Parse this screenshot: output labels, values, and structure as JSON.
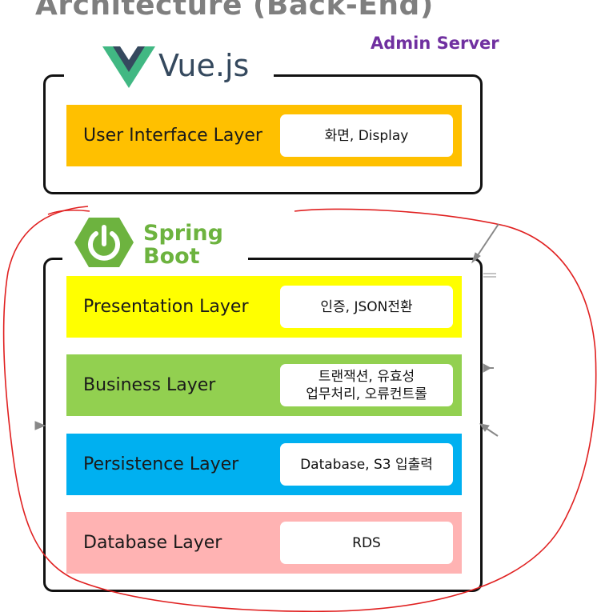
{
  "page_title": "Architecture (Back-End)",
  "admin_label": "Admin Server",
  "vue": {
    "logo_text": "Vue.js",
    "logo_icon": "vue-logo-icon"
  },
  "spring": {
    "logo_line1": "Spring",
    "logo_line2": "Boot",
    "logo_icon": "spring-power-icon"
  },
  "layers": [
    {
      "name": "User Interface Layer",
      "lines": [
        "화면, Display"
      ],
      "color": "#ffc000"
    },
    {
      "name": "Presentation Layer",
      "lines": [
        "인증, JSON전환"
      ],
      "color": "#ffff00"
    },
    {
      "name": "Business Layer",
      "lines": [
        "트랜잭션, 유효성",
        "업무처리, 오류컨트롤"
      ],
      "color": "#92d050"
    },
    {
      "name": "Persistence Layer",
      "lines": [
        "Database, S3 입출력"
      ],
      "color": "#00b0f0"
    },
    {
      "name": "Database Layer",
      "lines": [
        "RDS"
      ],
      "color": "#ffb3b3"
    }
  ],
  "colors": {
    "title": "#7f7f7f",
    "admin": "#7030a0",
    "vue_green": "#41b883",
    "vue_dark": "#35495e",
    "spring_green": "#6db33f",
    "annotation": "#e02020"
  }
}
